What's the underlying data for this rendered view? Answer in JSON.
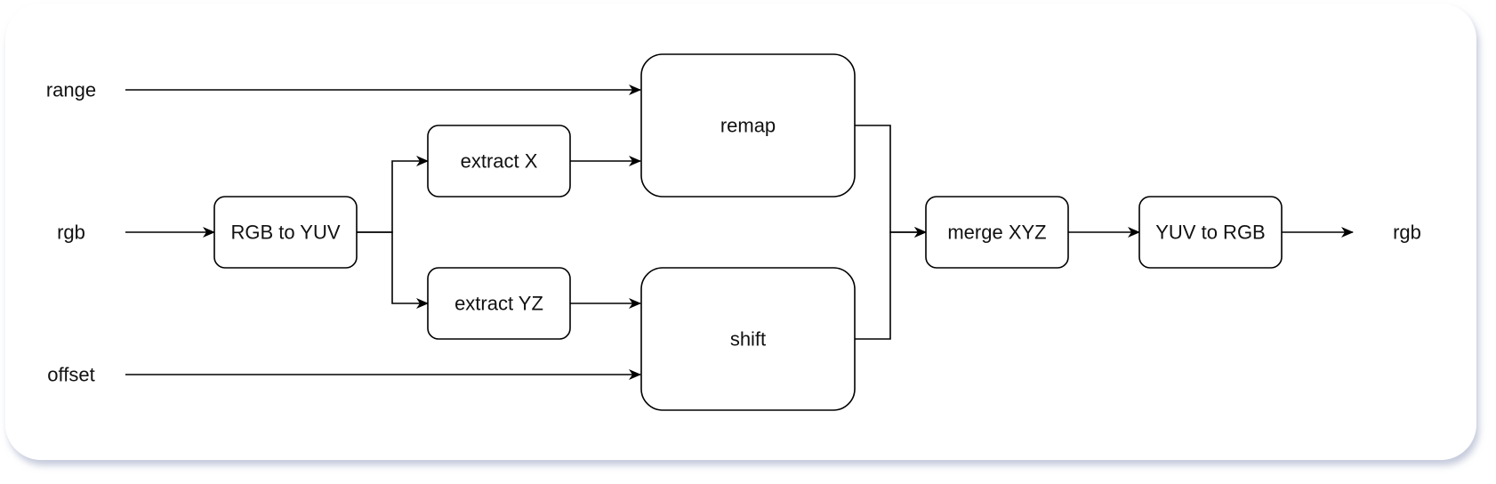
{
  "inputs": {
    "range": "range",
    "rgb": "rgb",
    "offset": "offset"
  },
  "output": {
    "rgb": "rgb"
  },
  "nodes": {
    "rgb_to_yuv": "RGB to YUV",
    "extract_x": "extract X",
    "extract_yz": "extract YZ",
    "remap": "remap",
    "shift": "shift",
    "merge_xyz": "merge XYZ",
    "yuv_to_rgb": "YUV to RGB"
  },
  "colors": {
    "stroke": "#000000",
    "background": "#ffffff"
  }
}
